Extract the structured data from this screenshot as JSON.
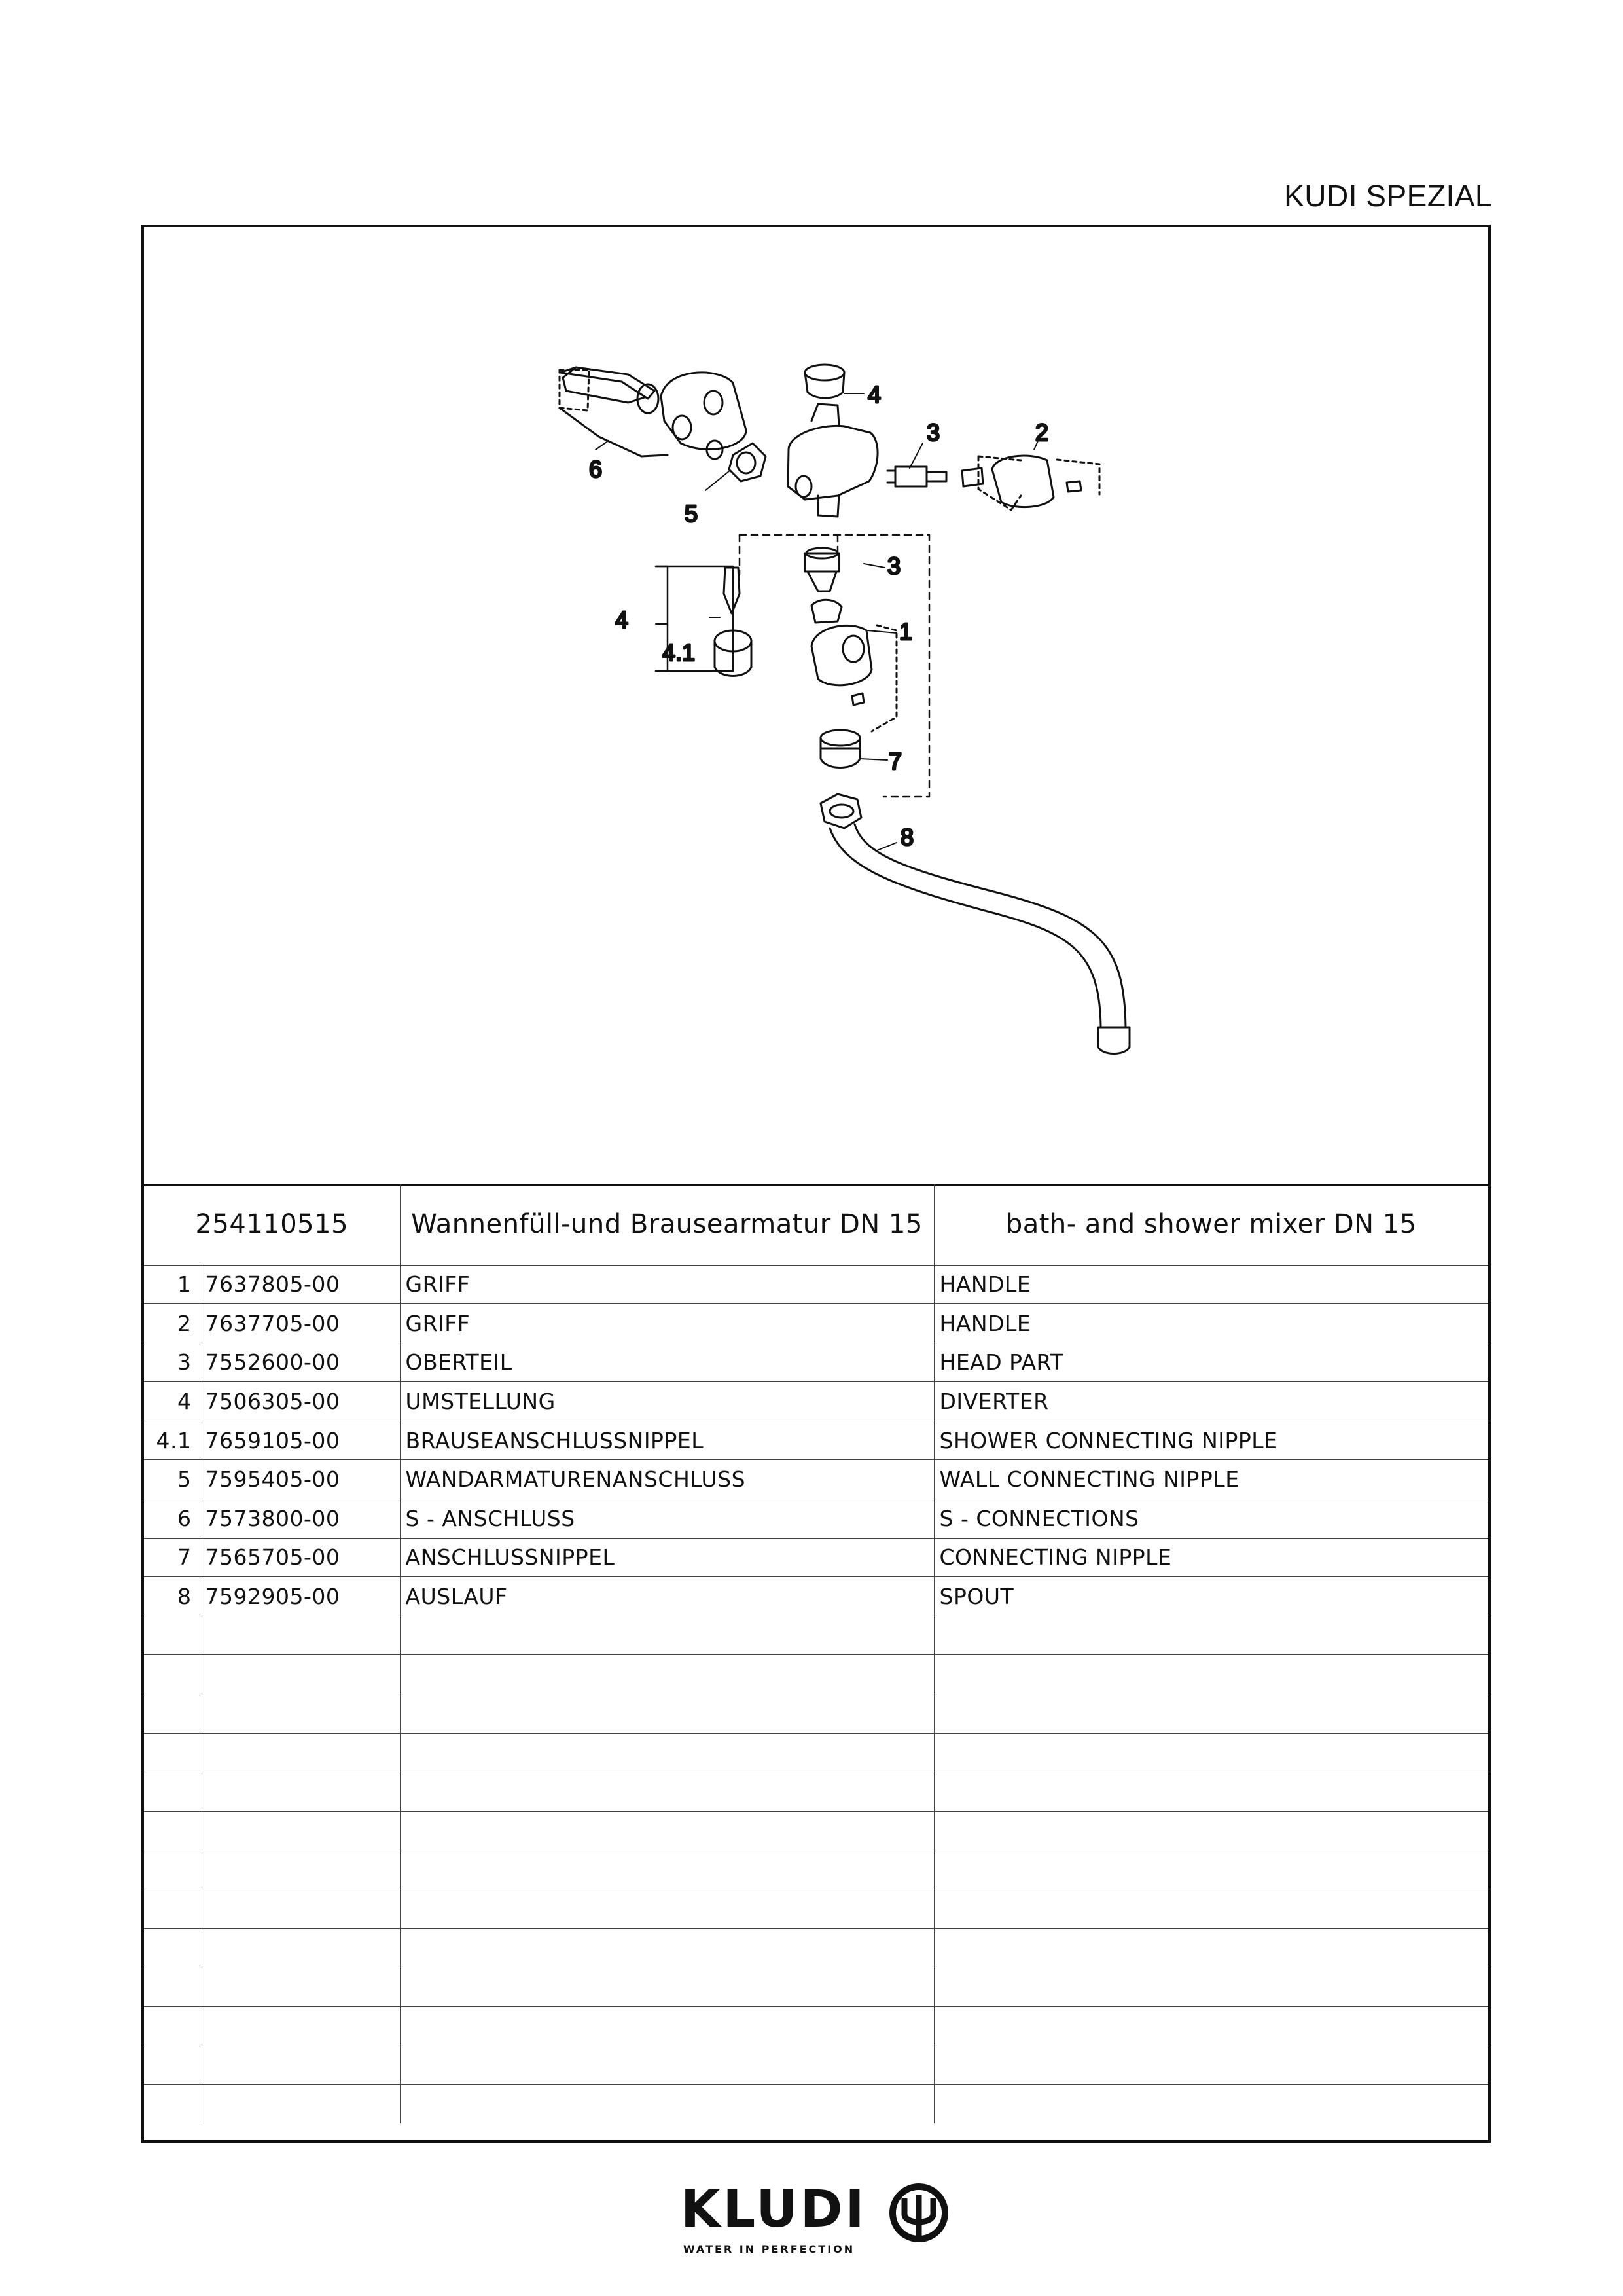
{
  "header": {
    "title": "KUDI SPEZIAL"
  },
  "drawing": {
    "callouts": {
      "c1": "1",
      "c2": "2",
      "c3a": "3",
      "c3b": "3",
      "c4a": "4",
      "c4b": "4",
      "c41": "4.1",
      "c5": "5",
      "c6": "6",
      "c7": "7",
      "c8": "8"
    }
  },
  "table": {
    "header": {
      "article": "254110515",
      "name_de": "Wannenfüll-und Brausearmatur DN 15",
      "name_en": "bath- and shower mixer DN 15"
    },
    "rows": [
      {
        "pos": "1",
        "number": "7637805-00",
        "de": "GRIFF",
        "en": "HANDLE"
      },
      {
        "pos": "2",
        "number": "7637705-00",
        "de": "GRIFF",
        "en": "HANDLE"
      },
      {
        "pos": "3",
        "number": "7552600-00",
        "de": "OBERTEIL",
        "en": "HEAD PART"
      },
      {
        "pos": "4",
        "number": "7506305-00",
        "de": "UMSTELLUNG",
        "en": "DIVERTER"
      },
      {
        "pos": "4.1",
        "number": "7659105-00",
        "de": "BRAUSEANSCHLUSSNIPPEL",
        "en": "SHOWER CONNECTING NIPPLE"
      },
      {
        "pos": "5",
        "number": "7595405-00",
        "de": "WANDARMATURENANSCHLUSS",
        "en": "WALL CONNECTING NIPPLE"
      },
      {
        "pos": "6",
        "number": "7573800-00",
        "de": "S - ANSCHLUSS",
        "en": "S - CONNECTIONS"
      },
      {
        "pos": "7",
        "number": "7565705-00",
        "de": "ANSCHLUSSNIPPEL",
        "en": "CONNECTING NIPPLE"
      },
      {
        "pos": "8",
        "number": "7592905-00",
        "de": "AUSLAUF",
        "en": "SPOUT"
      },
      {
        "pos": "",
        "number": "",
        "de": "",
        "en": ""
      },
      {
        "pos": "",
        "number": "",
        "de": "",
        "en": ""
      },
      {
        "pos": "",
        "number": "",
        "de": "",
        "en": ""
      },
      {
        "pos": "",
        "number": "",
        "de": "",
        "en": ""
      },
      {
        "pos": "",
        "number": "",
        "de": "",
        "en": ""
      },
      {
        "pos": "",
        "number": "",
        "de": "",
        "en": ""
      },
      {
        "pos": "",
        "number": "",
        "de": "",
        "en": ""
      },
      {
        "pos": "",
        "number": "",
        "de": "",
        "en": ""
      },
      {
        "pos": "",
        "number": "",
        "de": "",
        "en": ""
      },
      {
        "pos": "",
        "number": "",
        "de": "",
        "en": ""
      },
      {
        "pos": "",
        "number": "",
        "de": "",
        "en": ""
      },
      {
        "pos": "",
        "number": "",
        "de": "",
        "en": ""
      },
      {
        "pos": "",
        "number": "",
        "de": "",
        "en": ""
      }
    ]
  },
  "footer": {
    "brand": "KLUDI",
    "tagline": "WATER IN PERFECTION",
    "logo_icon": "kludi-emblem-icon"
  }
}
